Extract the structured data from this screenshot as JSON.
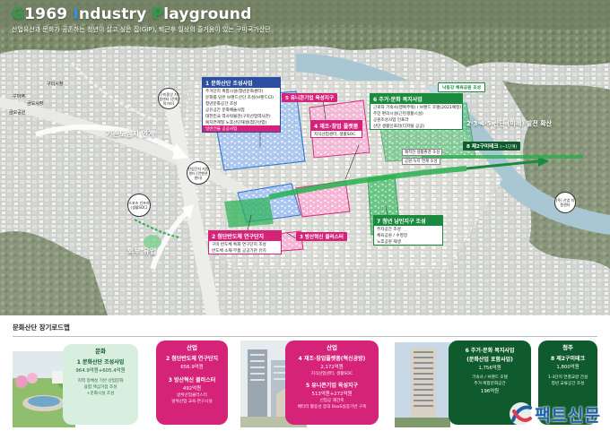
{
  "header": {
    "title_parts": [
      "G",
      "1969 ",
      "I",
      "ndustry ",
      "P",
      "layground"
    ],
    "subtitle": "산업유산과 문화가 공존하는 청년이 살고 싶은 집(GIP), 퇴근후 일상의 즐거움이 있는 구미국가산단"
  },
  "map": {
    "labels": {
      "gumi_station": "구미역",
      "geumo_hall": "금오시장",
      "geumo_park": "금오공원",
      "gumi_city": "구미시청",
      "existing_center": "기존도심지 연계",
      "external_inflow": "외부 유입",
      "future_link": "2·3·4·5 산단 (미래) 발전 확산",
      "circle_a": "구미중앙 지원센터 (문화의거리)",
      "circle_b": "산업단지 지원센터 (컨벤션센터)",
      "circle_c": "스포츠 인프라 (생활SOC)",
      "circle_d": "(주) 산업 지원센터"
    },
    "callouts": {
      "c1": {
        "head": "1 문화산단 조성사업",
        "rows": [
          "주거단지 복합시설(청년문화센터)",
          "문화를 담은 브랜드산단 조성(브랜드CI)",
          "청년문화공간 조성",
          "공유공간 문화예술사업",
          "대한민국 역사박물관(구미산업역사관)",
          "복지연계형 노후산단재생(첨단산업)"
        ],
        "foot": "일반건물 공공사업"
      },
      "c2": {
        "head": "2 첨단반도체 연구단지",
        "rows": [
          "구미 반도체 특화 연구단지 조성",
          "반도체 소재·부품 공공기관 유치"
        ]
      },
      "c3": {
        "head": "3 방산혁신 클러스터"
      },
      "c4": {
        "head": "4 재조·창업 플랫폼",
        "rows": [
          "지식산업센터, 생활SOC"
        ]
      },
      "c5": {
        "head": "5 유니콘기업 육성지구"
      },
      "c6": {
        "head": "6 주거·문화 복지사업",
        "rows": [
          "근로자 기숙사(행복주택) / 브랜드 호텔(2021예정)",
          "주민 편의시설(근린생활시설)",
          "공원조성사업 인프라",
          "산단 생활인프라(디지털 공공)"
        ]
      },
      "c7": {
        "head": "7 청년 남민지구 조성",
        "rows": [
          "주차공간 조성",
          "체육공원 / 수영장",
          "노후공원 재생"
        ]
      },
      "c8": {
        "head": "8 제2구미테크",
        "tail": "(~1단계)"
      },
      "river_note": "낙동강 체육공원 조성",
      "extra_notes": [
        "쾌적한 생활환경 조성",
        "공원·녹지 연계 조성"
      ]
    }
  },
  "roadmap": {
    "title": "문화산단 장기로드맵",
    "box_culture": {
      "cat": "문화",
      "t1": "1 문화산단 조성사업",
      "s1": "964.9억원+605.4억원",
      "d1": "지역 정체성 기반 산업문화",
      "d2": "융합 핵심거점 조성",
      "d3": "+문화시설 조성"
    },
    "box_industry1": {
      "cat": "산업",
      "t1": "2 첨단반도체 연구단지",
      "s1": "656.9억원",
      "t2": "3 방산혁신 클러스터",
      "s2": "492억원",
      "d1": "방위산업클러스터",
      "d2": "방위산업 교육·연구시설"
    },
    "box_industry2": {
      "cat": "산업",
      "t1": "4 재조·창업플랫폼(혁신공방)",
      "s1": "2,172억원",
      "d1": "지식산업센터, 생활SOC",
      "t2": "5 유니콘기업 육성지구",
      "s2": "513억원+272억원",
      "d2": "신업공 재건축",
      "d3": "배터리 활용성 증대 BaaS실증기반 구축"
    },
    "box_housing": {
      "cat": "",
      "t1": "6 주거·문화 복지사업",
      "t2": "(문화산업 포함사업)",
      "s1": "1,756억원",
      "d1": "기숙사 / 브랜드 호텔",
      "d2": "주거·복합문화공간",
      "s2": "196억원"
    },
    "box_youth": {
      "cat": "청주",
      "t1": "8 제2구미테크",
      "s1": "1,800억원",
      "d1": "1-3단지 연결교량 건설",
      "d2": "청년 교류공간 조성"
    },
    "watermark": "팩트신문"
  },
  "colors": {
    "green": "#1b8a3e",
    "dark_green": "#0f5b2e",
    "pink": "#d6237a",
    "purple": "#7a3aa0",
    "blue": "#2b4ea0",
    "brown": "#8a6a3a"
  }
}
